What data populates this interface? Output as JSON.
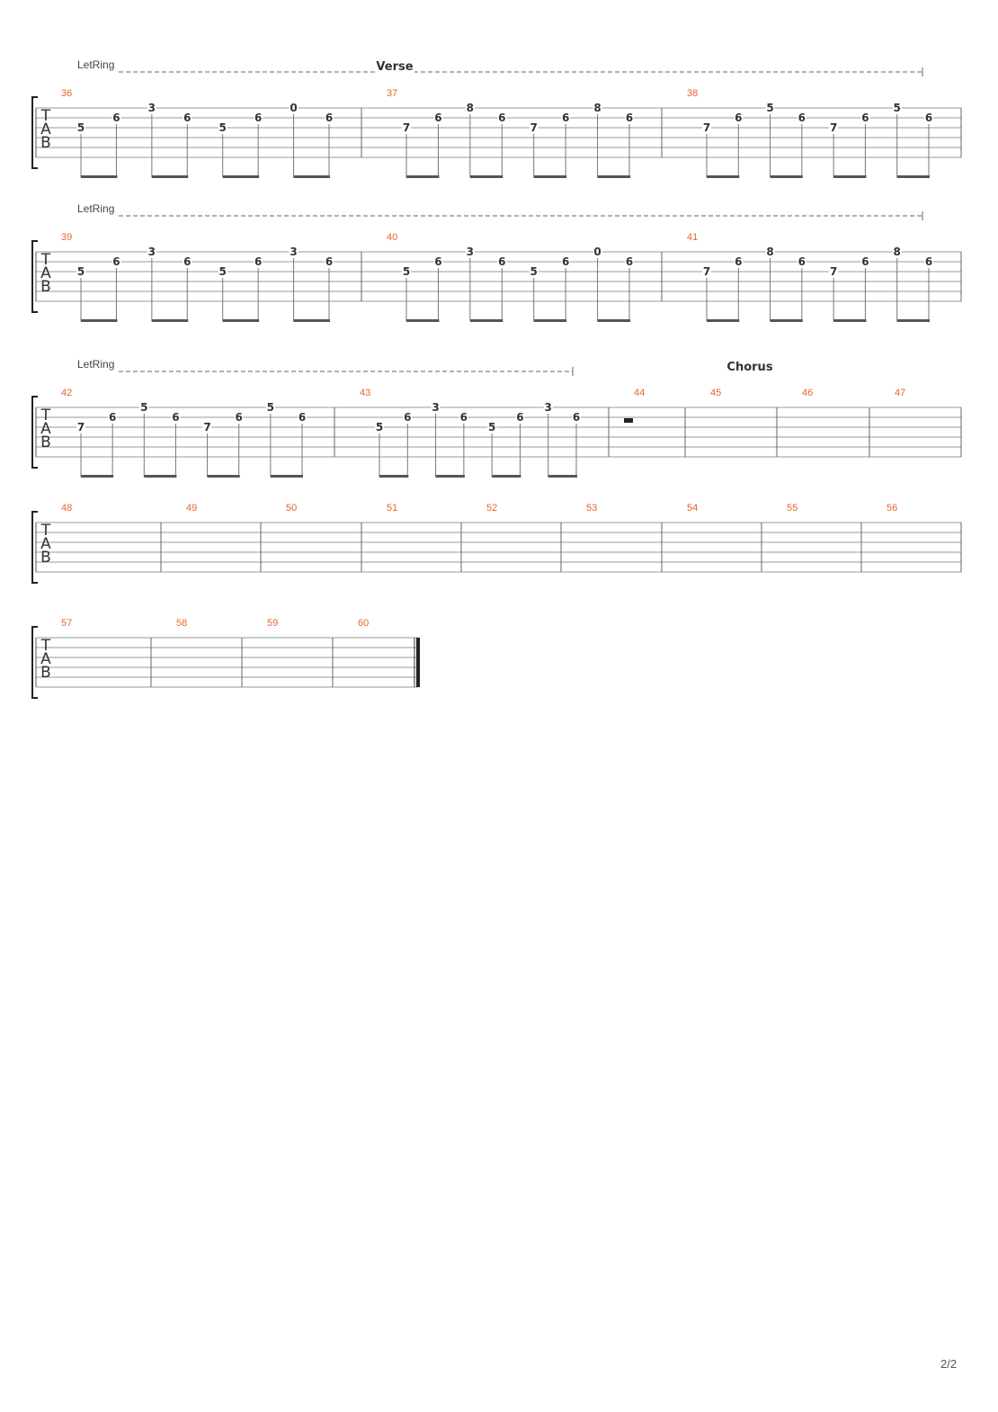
{
  "tab_label": [
    "T",
    "A",
    "B"
  ],
  "page_number": "2/2",
  "colors": {
    "bar_number": "#e8642c",
    "lines": "#999999",
    "text": "#333333"
  },
  "systems": [
    {
      "let_ring": "LetRing",
      "section": "Verse",
      "measures": [
        {
          "number": "36",
          "notes": [
            {
              "s": 3,
              "f": "5"
            },
            {
              "s": 2,
              "f": "6"
            },
            {
              "s": 1,
              "f": "3"
            },
            {
              "s": 2,
              "f": "6"
            },
            {
              "s": 3,
              "f": "5"
            },
            {
              "s": 2,
              "f": "6"
            },
            {
              "s": 1,
              "f": "0"
            },
            {
              "s": 2,
              "f": "6"
            }
          ]
        },
        {
          "number": "37",
          "notes": [
            {
              "s": 3,
              "f": "7"
            },
            {
              "s": 2,
              "f": "6"
            },
            {
              "s": 1,
              "f": "8"
            },
            {
              "s": 2,
              "f": "6"
            },
            {
              "s": 3,
              "f": "7"
            },
            {
              "s": 2,
              "f": "6"
            },
            {
              "s": 1,
              "f": "8"
            },
            {
              "s": 2,
              "f": "6"
            }
          ]
        },
        {
          "number": "38",
          "notes": [
            {
              "s": 3,
              "f": "7"
            },
            {
              "s": 2,
              "f": "6"
            },
            {
              "s": 1,
              "f": "5"
            },
            {
              "s": 2,
              "f": "6"
            },
            {
              "s": 3,
              "f": "7"
            },
            {
              "s": 2,
              "f": "6"
            },
            {
              "s": 1,
              "f": "5"
            },
            {
              "s": 2,
              "f": "6"
            }
          ]
        }
      ]
    },
    {
      "let_ring": "LetRing",
      "section": "",
      "measures": [
        {
          "number": "39",
          "notes": [
            {
              "s": 3,
              "f": "5"
            },
            {
              "s": 2,
              "f": "6"
            },
            {
              "s": 1,
              "f": "3"
            },
            {
              "s": 2,
              "f": "6"
            },
            {
              "s": 3,
              "f": "5"
            },
            {
              "s": 2,
              "f": "6"
            },
            {
              "s": 1,
              "f": "3"
            },
            {
              "s": 2,
              "f": "6"
            }
          ]
        },
        {
          "number": "40",
          "notes": [
            {
              "s": 3,
              "f": "5"
            },
            {
              "s": 2,
              "f": "6"
            },
            {
              "s": 1,
              "f": "3"
            },
            {
              "s": 2,
              "f": "6"
            },
            {
              "s": 3,
              "f": "5"
            },
            {
              "s": 2,
              "f": "6"
            },
            {
              "s": 1,
              "f": "0"
            },
            {
              "s": 2,
              "f": "6"
            }
          ]
        },
        {
          "number": "41",
          "notes": [
            {
              "s": 3,
              "f": "7"
            },
            {
              "s": 2,
              "f": "6"
            },
            {
              "s": 1,
              "f": "8"
            },
            {
              "s": 2,
              "f": "6"
            },
            {
              "s": 3,
              "f": "7"
            },
            {
              "s": 2,
              "f": "6"
            },
            {
              "s": 1,
              "f": "8"
            },
            {
              "s": 2,
              "f": "6"
            }
          ]
        }
      ]
    },
    {
      "let_ring": "LetRing",
      "section": "Chorus",
      "measures": [
        {
          "number": "42",
          "notes": [
            {
              "s": 3,
              "f": "7"
            },
            {
              "s": 2,
              "f": "6"
            },
            {
              "s": 1,
              "f": "5"
            },
            {
              "s": 2,
              "f": "6"
            },
            {
              "s": 3,
              "f": "7"
            },
            {
              "s": 2,
              "f": "6"
            },
            {
              "s": 1,
              "f": "5"
            },
            {
              "s": 2,
              "f": "6"
            }
          ]
        },
        {
          "number": "43",
          "notes": [
            {
              "s": 3,
              "f": "5"
            },
            {
              "s": 2,
              "f": "6"
            },
            {
              "s": 1,
              "f": "3"
            },
            {
              "s": 2,
              "f": "6"
            },
            {
              "s": 3,
              "f": "5"
            },
            {
              "s": 2,
              "f": "6"
            },
            {
              "s": 1,
              "f": "3"
            },
            {
              "s": 2,
              "f": "6"
            }
          ]
        },
        {
          "number": "44",
          "rest": true,
          "notes": []
        },
        {
          "number": "45",
          "notes": []
        },
        {
          "number": "46",
          "notes": []
        },
        {
          "number": "47",
          "notes": []
        }
      ]
    },
    {
      "let_ring": "",
      "section": "",
      "measures": [
        {
          "number": "48",
          "notes": []
        },
        {
          "number": "49",
          "notes": []
        },
        {
          "number": "50",
          "notes": []
        },
        {
          "number": "51",
          "notes": []
        },
        {
          "number": "52",
          "notes": []
        },
        {
          "number": "53",
          "notes": []
        },
        {
          "number": "54",
          "notes": []
        },
        {
          "number": "55",
          "notes": []
        },
        {
          "number": "56",
          "notes": []
        }
      ]
    },
    {
      "let_ring": "",
      "section": "",
      "final_barline": true,
      "measures": [
        {
          "number": "57",
          "notes": []
        },
        {
          "number": "58",
          "notes": []
        },
        {
          "number": "59",
          "notes": []
        },
        {
          "number": "60",
          "notes": []
        }
      ]
    }
  ]
}
